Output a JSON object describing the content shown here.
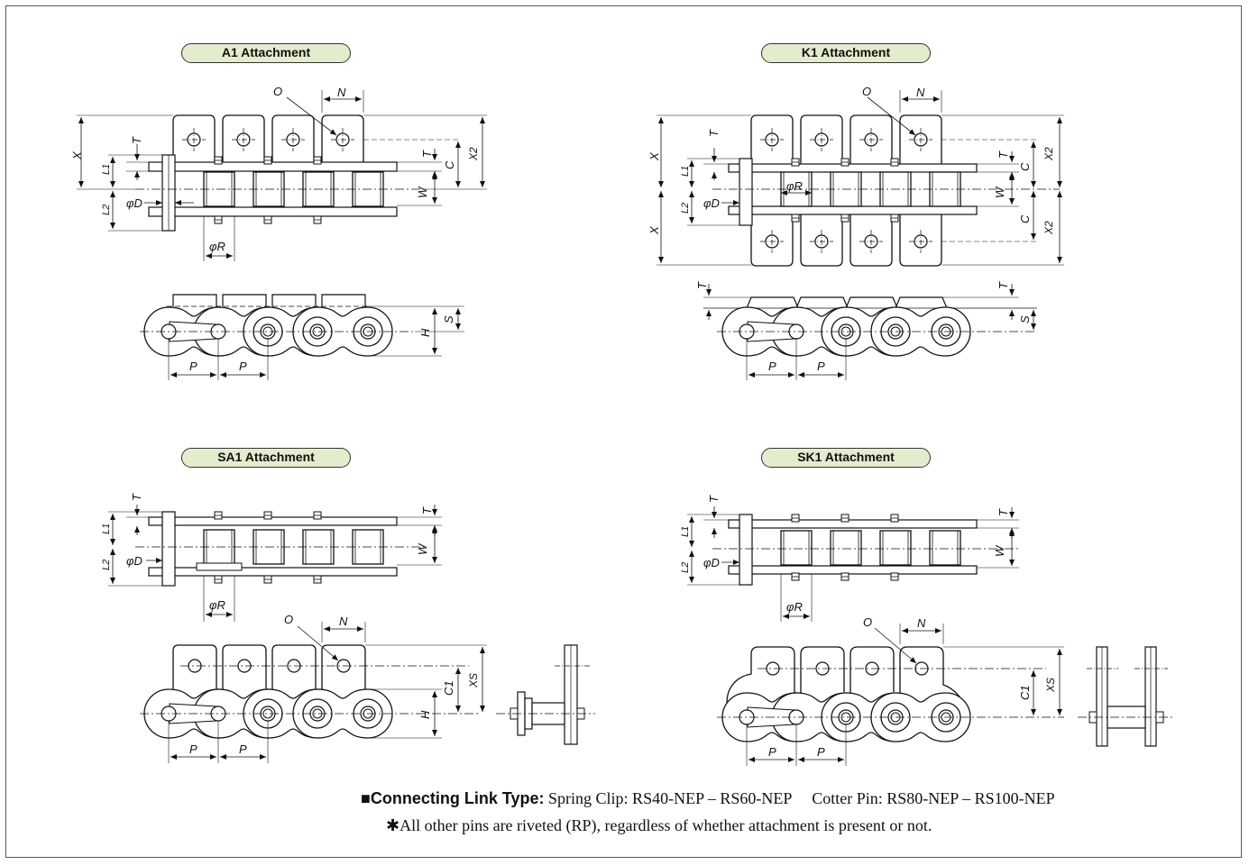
{
  "titles": {
    "a1": "A1 Attachment",
    "k1": "K1 Attachment",
    "sa1": "SA1 Attachment",
    "sk1": "SK1 Attachment"
  },
  "dims": {
    "O": "O",
    "N": "N",
    "X": "X",
    "T": "T",
    "C": "C",
    "W": "W",
    "X2": "X2",
    "L1": "L1",
    "L2": "L2",
    "D": "φD",
    "R": "φR",
    "H": "H",
    "S": "S",
    "P": "P",
    "C1": "C1",
    "XS": "XS"
  },
  "note": {
    "label": "■Connecting Link Type:",
    "text": " Spring Clip: RS40-NEP – RS60-NEP     Cotter Pin: RS80-NEP – RS100-NEP",
    "line2": "✱All other pins are riveted (RP), regardless of whether attachment is present or not."
  }
}
